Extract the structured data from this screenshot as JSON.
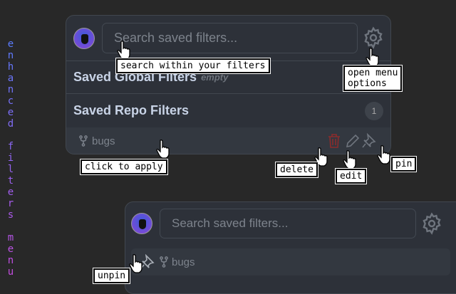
{
  "side_title": {
    "letters": [
      "e",
      "n",
      "h",
      "a",
      "n",
      "c",
      "e",
      "d",
      " ",
      "f",
      "i",
      "l",
      "t",
      "e",
      "r",
      "s",
      " ",
      "m",
      "e",
      "n",
      "u"
    ],
    "gradient": [
      "#5b7cff",
      "#c44de0"
    ]
  },
  "panel_top": {
    "search_placeholder": "Search saved filters...",
    "global_section": {
      "title": "Saved Global Filters",
      "status": "empty"
    },
    "repo_section": {
      "title": "Saved Repo Filters",
      "count": "1"
    },
    "filter_item": {
      "name": "bugs",
      "icon": "repo-fork-icon"
    },
    "actions": [
      {
        "icon": "trash-icon",
        "color": "#8b2c2c"
      },
      {
        "icon": "pencil-icon"
      },
      {
        "icon": "pin-icon"
      }
    ]
  },
  "panel_bottom": {
    "search_placeholder": "Search saved filters...",
    "pinned_item": {
      "name": "bugs",
      "icon": "repo-fork-icon",
      "pin_icon": "pin-icon"
    }
  },
  "annotations": {
    "search": "search within your filters",
    "menu": "open menu\noptions",
    "apply": "click to apply",
    "delete": "delete",
    "edit": "edit",
    "pin": "pin",
    "unpin": "unpin"
  }
}
